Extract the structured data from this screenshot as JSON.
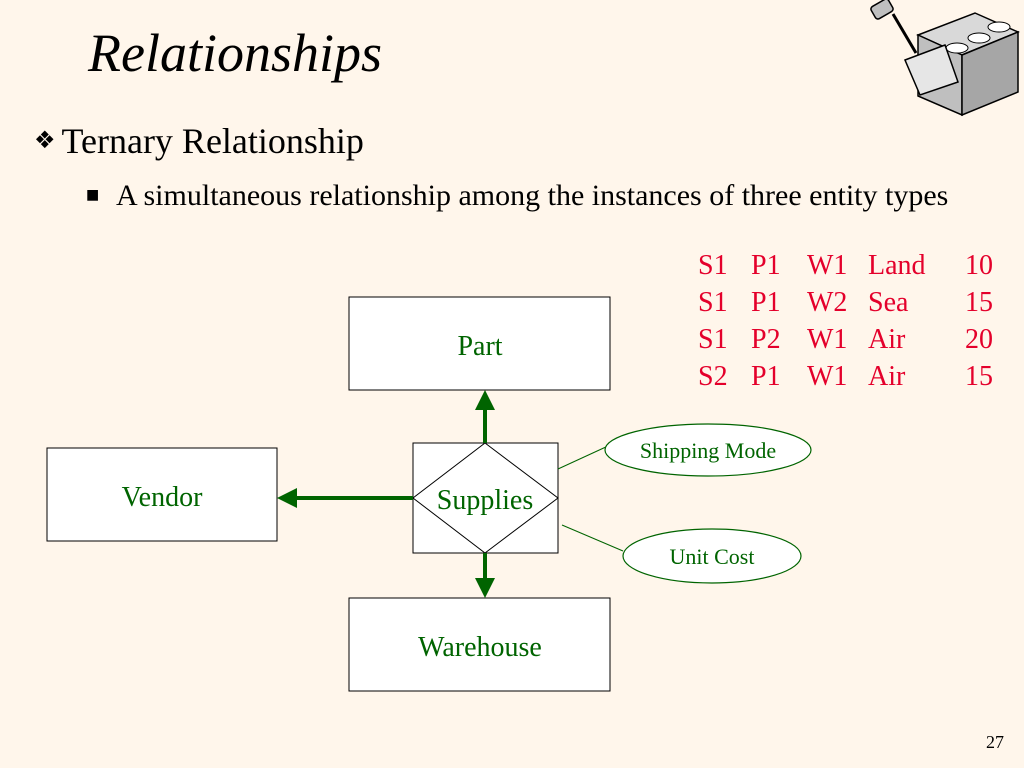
{
  "slide": {
    "title": "Relationships",
    "bullet1": "Ternary Relationship",
    "bullet2": "A simultaneous relationship among the instances of three entity types",
    "page_number": "27"
  },
  "diagram": {
    "entities": {
      "part": "Part",
      "vendor": "Vendor",
      "warehouse": "Warehouse"
    },
    "relationship": "Supplies",
    "attributes": {
      "shipping_mode": "Shipping Mode",
      "unit_cost": "Unit Cost"
    }
  },
  "tuples": [
    [
      "S1",
      "P1",
      "W1",
      "Land",
      "10"
    ],
    [
      "S1",
      "P1",
      "W2",
      "Sea",
      "15"
    ],
    [
      "S1",
      "P2",
      "W1",
      "Air",
      "20"
    ],
    [
      "S2",
      "P1",
      "W1",
      "Air",
      "15"
    ]
  ],
  "colors": {
    "background": "#FFF6EB",
    "diagram_text": "#006400",
    "arrow": "#006400",
    "tuple_text": "#E4002B"
  },
  "icons": {
    "corner": "trowel-brick-icon"
  }
}
